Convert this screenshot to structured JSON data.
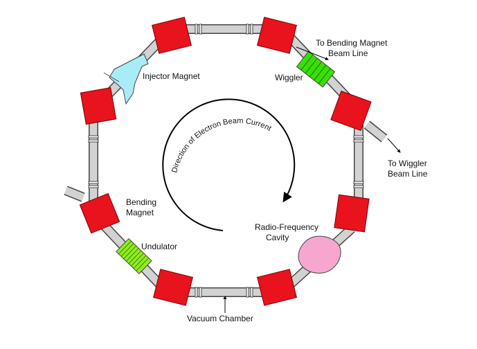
{
  "labels": {
    "injector_magnet": "Injector Magnet",
    "wiggler": "Wiggler",
    "to_bending_line1": "To Bending Magnet",
    "to_bending_line2": "Beam Line",
    "to_wiggler_line1": "To Wiggler",
    "to_wiggler_line2": "Beam Line",
    "bending_magnet_line1": "Bending",
    "bending_magnet_line2": "Magnet",
    "undulator": "Undulator",
    "rf_line1": "Radio-Frequency",
    "rf_line2": "Cavity",
    "vacuum_chamber": "Vacuum Chamber",
    "direction": "Direction of Electron Beam Current"
  },
  "colors": {
    "bending_magnet": "#e8131c",
    "injector_magnet": "#a9ecf7",
    "wiggler": "#37e000",
    "undulator": "#8cf01c",
    "rf_cavity": "#f7a7cf",
    "vacuum_pipe": "#d2d2d2",
    "outline": "#444444"
  },
  "icons": {
    "bending_magnet": "red-block-icon",
    "injector_magnet": "injector-wedge-icon",
    "wiggler": "striped-block-icon",
    "undulator": "striped-block-icon",
    "rf_cavity": "blob-icon",
    "direction": "curved-arrow-icon"
  }
}
